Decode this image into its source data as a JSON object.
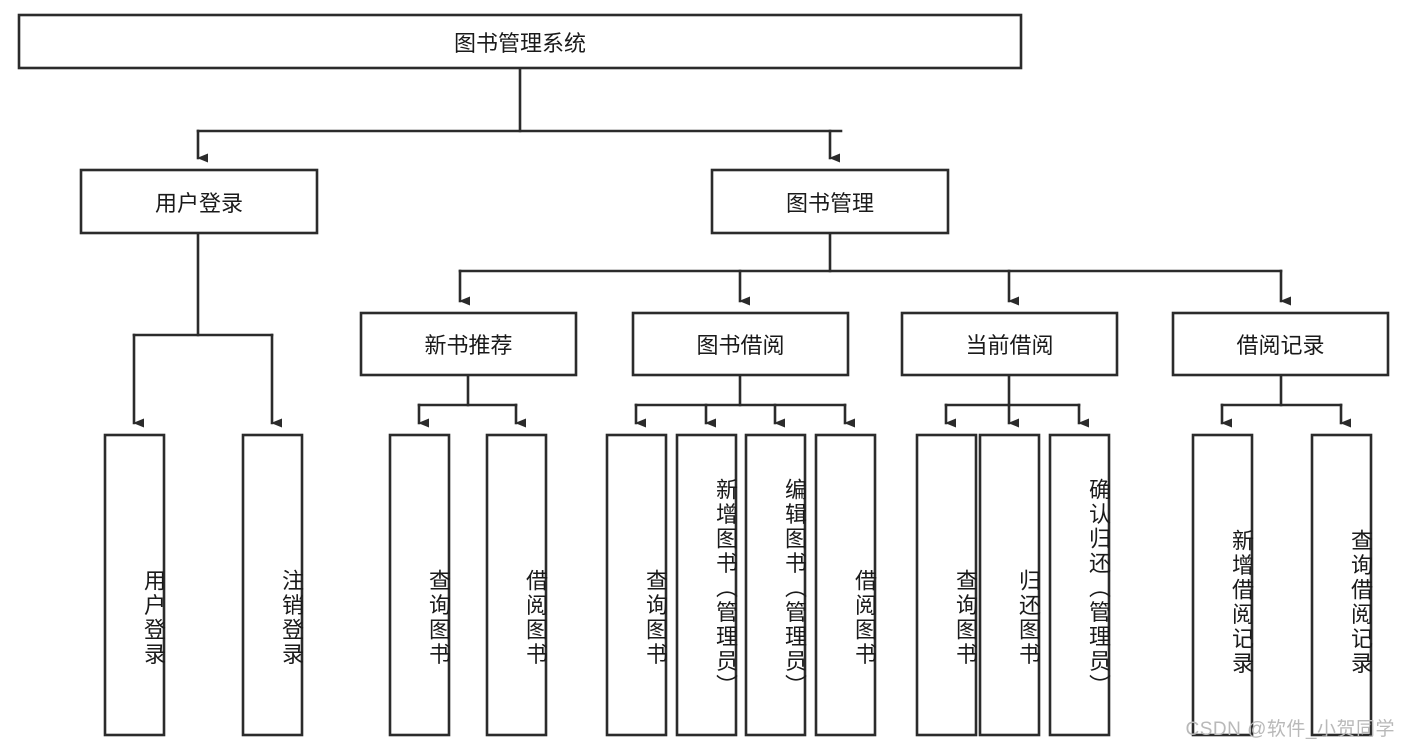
{
  "diagram": {
    "type": "hierarchy-tree",
    "title": "图书管理系统",
    "orientation": "top-down",
    "colors": {
      "stroke": "#2b2b2b",
      "node_fill": "#ffffff",
      "text": "#1a1a1a",
      "background": "#ffffff",
      "watermark": "#b9b9b9"
    },
    "root": {
      "label": "图书管理系统"
    },
    "level1": [
      {
        "id": "user-login",
        "label": "用户登录"
      },
      {
        "id": "book-manage",
        "label": "图书管理"
      }
    ],
    "level2": [
      {
        "id": "new-book-recommend",
        "label": "新书推荐",
        "parent": "book-manage"
      },
      {
        "id": "book-borrow",
        "label": "图书借阅",
        "parent": "book-manage"
      },
      {
        "id": "current-borrow",
        "label": "当前借阅",
        "parent": "book-manage"
      },
      {
        "id": "borrow-record",
        "label": "借阅记录",
        "parent": "book-manage"
      }
    ],
    "leaves": {
      "user-login": [
        {
          "id": "leaf-user-login",
          "label": "用户登录"
        },
        {
          "id": "leaf-logout-login",
          "label": "注销登录"
        }
      ],
      "new-book-recommend": [
        {
          "id": "leaf-query-book-1",
          "label": "查询图书"
        },
        {
          "id": "leaf-borrow-book-1",
          "label": "借阅图书"
        }
      ],
      "book-borrow": [
        {
          "id": "leaf-query-book-2",
          "label": "查询图书"
        },
        {
          "id": "leaf-add-book",
          "label": "新增图书（管理员）"
        },
        {
          "id": "leaf-edit-book",
          "label": "编辑图书（管理员）"
        },
        {
          "id": "leaf-borrow-book-2",
          "label": "借阅图书"
        }
      ],
      "current-borrow": [
        {
          "id": "leaf-query-book-3",
          "label": "查询图书"
        },
        {
          "id": "leaf-return-book",
          "label": "归还图书"
        },
        {
          "id": "leaf-confirm-return",
          "label": "确认归还（管理员）"
        }
      ],
      "borrow-record": [
        {
          "id": "leaf-add-record",
          "label": "新增借阅记录"
        },
        {
          "id": "leaf-query-record",
          "label": "查询借阅记录"
        }
      ]
    }
  },
  "watermark": {
    "text": "CSDN @软件_小贺同学"
  }
}
